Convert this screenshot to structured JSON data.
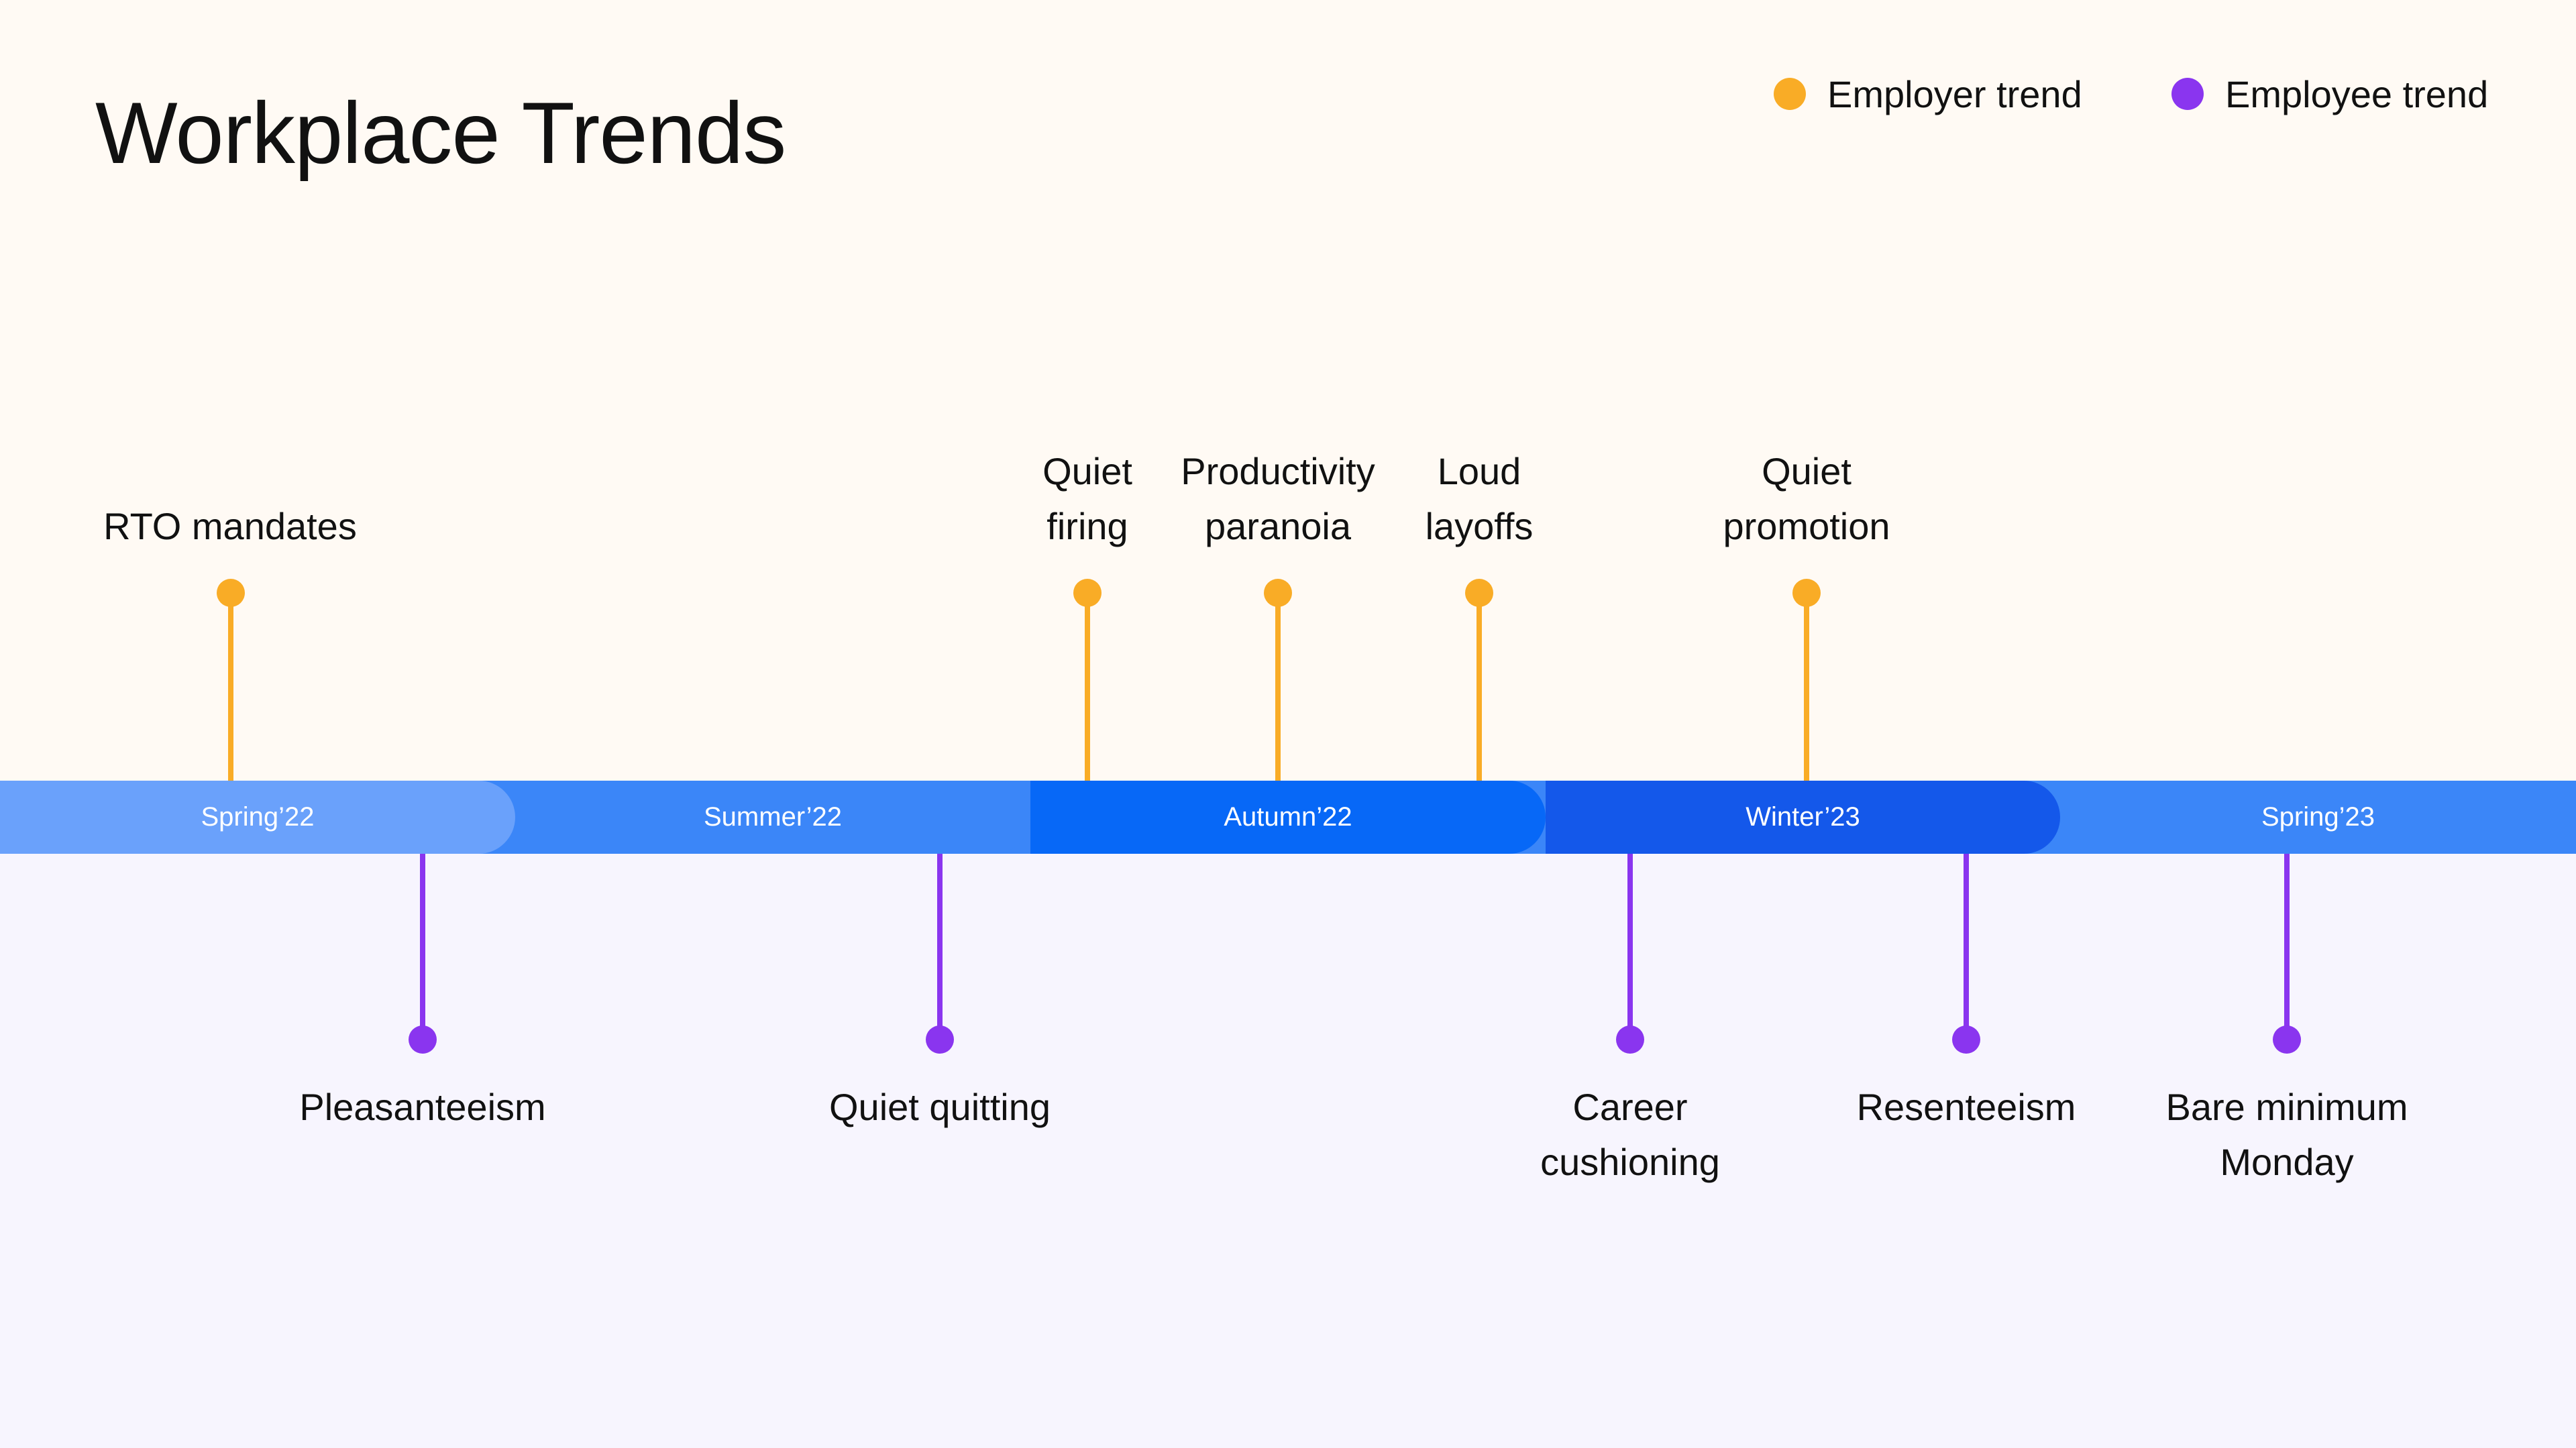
{
  "title": "Workplace Trends",
  "colors": {
    "employer": "#f9ac26",
    "employee": "#8a35ef",
    "season_spring22": "#6aa1fb",
    "season_summer22": "#3b86f8",
    "season_autumn22": "#0768f7",
    "season_winter23": "#1458ea",
    "timeline_track": "#3b86f8"
  },
  "legend": {
    "employer": "Employer trend",
    "employee": "Employee trend"
  },
  "seasons": [
    "Spring’22",
    "Summer’22",
    "Autumn’22",
    "Winter’23",
    "Spring’23"
  ],
  "employer_trends": {
    "rto_mandates": "RTO mandates",
    "quiet_firing": "Quiet\nfiring",
    "productivity_paranoia": "Productivity\nparanoia",
    "loud_layoffs": "Loud\nlayoffs",
    "quiet_promotion": "Quiet\npromotion"
  },
  "employee_trends": {
    "pleasanteeism": "Pleasanteeism",
    "quiet_quitting": "Quiet quitting",
    "career_cushioning": "Career\ncushioning",
    "resenteeism": "Resenteeism",
    "bare_minimum_monday": "Bare minimum\nMonday"
  }
}
